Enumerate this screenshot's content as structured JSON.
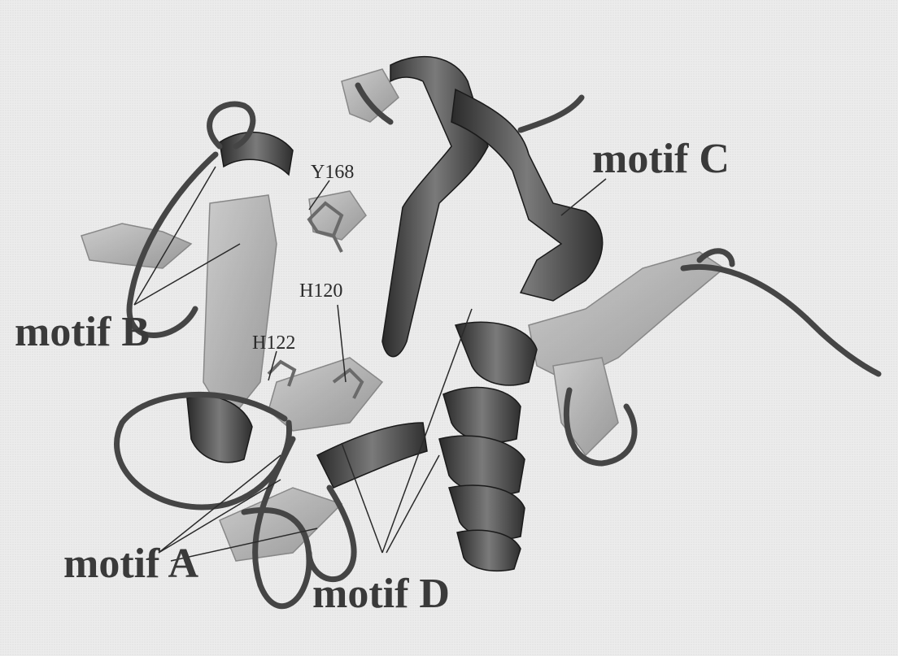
{
  "labels": {
    "residue_y168": "Y168",
    "residue_h120": "H120",
    "residue_h122": "H122",
    "motif_a": "motif A",
    "motif_b": "motif B",
    "motif_c": "motif C",
    "motif_d": "motif D"
  },
  "colors": {
    "helix_dark": "#3c3c3c",
    "strand_light": "#9a9a9a",
    "coil": "#4a4a4a",
    "label_text": "#3a3a3a",
    "background": "#ececec"
  }
}
